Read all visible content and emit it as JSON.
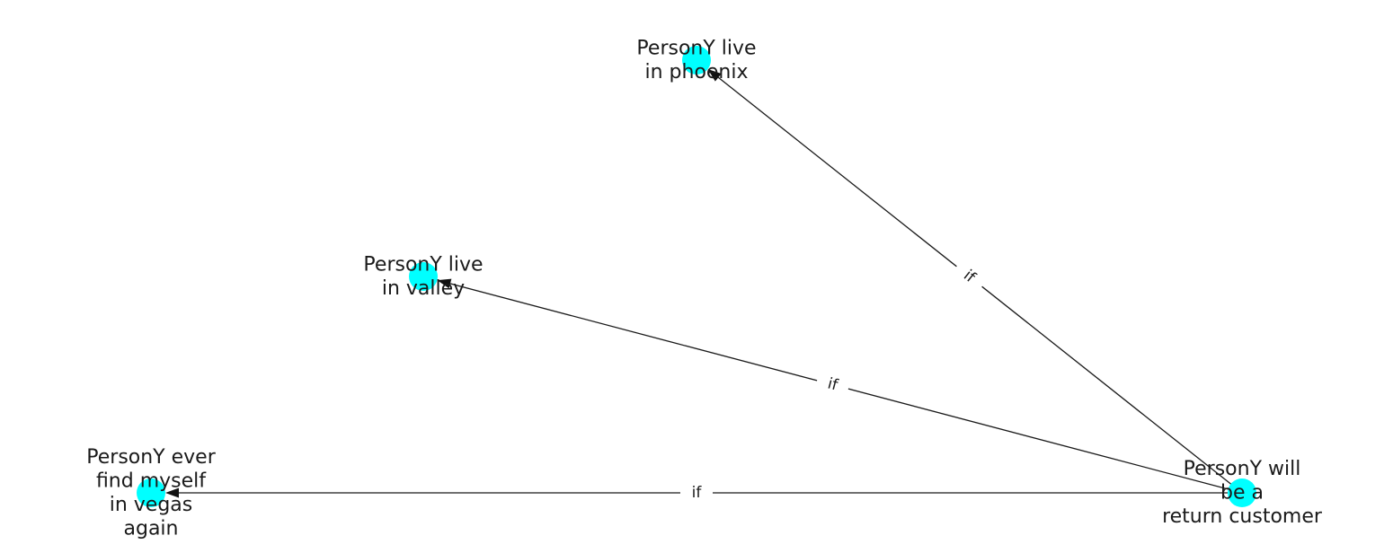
{
  "graph": {
    "node_color": "#00FFFF",
    "edge_color": "#1a1a1a",
    "nodes": [
      {
        "id": "return",
        "label": [
          "PersonY will",
          "be a",
          "return customer"
        ]
      },
      {
        "id": "phoenix",
        "label": [
          "PersonY live",
          "in phoenix"
        ]
      },
      {
        "id": "valley",
        "label": [
          "PersonY live",
          "in valley"
        ]
      },
      {
        "id": "vegas",
        "label": [
          "PersonY ever",
          "find myself",
          "in vegas",
          "again"
        ]
      }
    ],
    "edges": [
      {
        "from": "return",
        "to": "phoenix",
        "label": "if"
      },
      {
        "from": "return",
        "to": "valley",
        "label": "if"
      },
      {
        "from": "return",
        "to": "vegas",
        "label": "if"
      }
    ]
  }
}
